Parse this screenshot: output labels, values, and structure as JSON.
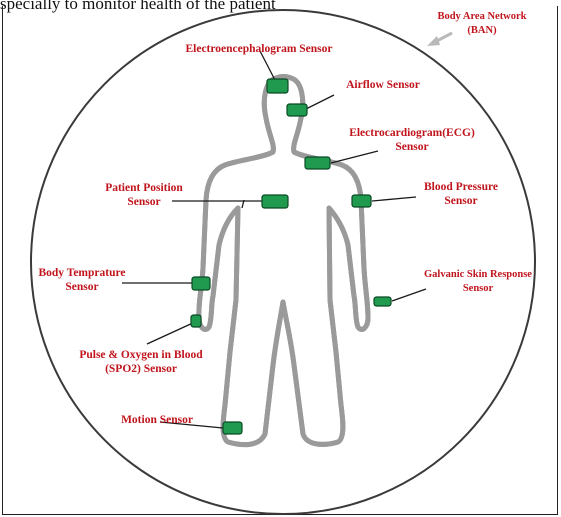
{
  "caption": "specially to monitor health of the patient",
  "title": [
    "Body Area Network",
    "(BAN)"
  ],
  "labels": {
    "eeg": [
      "Electroencephalogram Sensor"
    ],
    "airflow": [
      "Airflow Sensor"
    ],
    "ecg": [
      "Electrocardiogram(ECG)",
      "Sensor"
    ],
    "position": [
      "Patient Position",
      "Sensor"
    ],
    "bp": [
      "Blood Pressure",
      "Sensor"
    ],
    "temp": [
      "Body Temprature",
      "Sensor"
    ],
    "gsr": [
      "Galvanic Skin Response",
      "Sensor"
    ],
    "spo2": [
      "Pulse & Oxygen in Blood",
      "(SPO2) Sensor"
    ],
    "motion": [
      "Motion Sensor"
    ]
  },
  "colors": {
    "label": "#c0151d",
    "sensor": "#1f9a4e",
    "sensor_edge": "#0b4a24",
    "outline": "#9a9a9a"
  }
}
